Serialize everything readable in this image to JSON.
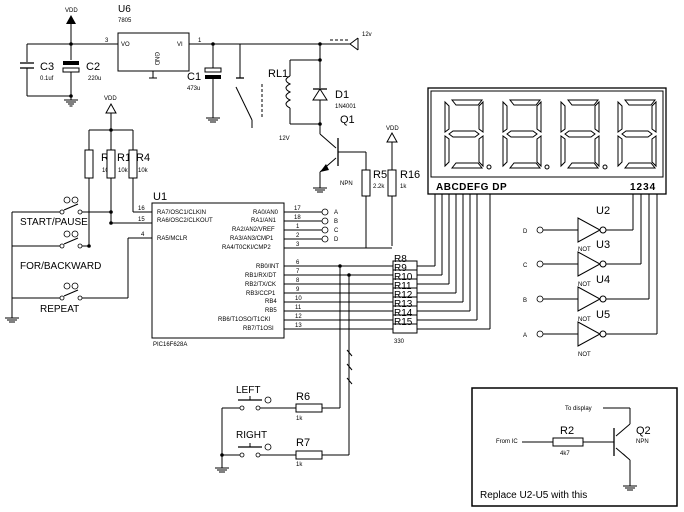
{
  "power": {
    "vdd_top": "VDD",
    "vdd_mid": "VDD",
    "vdd_right": "VDD",
    "supply": "12v",
    "relay_v": "12V"
  },
  "regulator": {
    "ref": "U6",
    "part": "7805",
    "vo": "VO",
    "vi": "VI",
    "gnd": "GND",
    "pin_vo": "3",
    "pin_vi": "1"
  },
  "caps": {
    "c3": {
      "ref": "C3",
      "val": "0.1uf"
    },
    "c2": {
      "ref": "C2",
      "val": "220u"
    },
    "c1": {
      "ref": "C1",
      "val": "473u"
    }
  },
  "relay": {
    "ref": "RL1"
  },
  "diode": {
    "ref": "D1",
    "val": "1N4001"
  },
  "q1": {
    "ref": "Q1",
    "type": "NPN"
  },
  "resistors": {
    "r3": {
      "ref": "R3",
      "val": "10k"
    },
    "r1": {
      "ref": "R1",
      "val": "10k"
    },
    "r4": {
      "ref": "R4",
      "val": "10k"
    },
    "r5": {
      "ref": "R5",
      "val": "2.2k"
    },
    "r16": {
      "ref": "R16",
      "val": "1k"
    },
    "r6": {
      "ref": "R6",
      "val": "1k"
    },
    "r7": {
      "ref": "R7",
      "val": "1k"
    },
    "r8_bank": {
      "refs": [
        "R8",
        "R9",
        "R10",
        "R11",
        "R12",
        "R13",
        "R14",
        "R15"
      ],
      "val": "330"
    }
  },
  "switches": {
    "start": "START/PAUSE",
    "dir": "FOR/BACKWARD",
    "repeat": "REPEAT",
    "left": "LEFT",
    "right": "RIGHT"
  },
  "mcu": {
    "ref": "U1",
    "part": "PIC16F628A",
    "left_pins": [
      {
        "name": "RA7/OSC1/CLKIN",
        "num": "16"
      },
      {
        "name": "RA6/OSC2/CLKOUT",
        "num": "15"
      },
      {
        "name": "RA5/MCLR",
        "num": "4"
      }
    ],
    "right_top_pins": [
      {
        "name": "RA0/AN0",
        "num": "17",
        "sig": "A"
      },
      {
        "name": "RA1/AN1",
        "num": "18",
        "sig": "B"
      },
      {
        "name": "RA2/AN2/VREF",
        "num": "1",
        "sig": "C"
      },
      {
        "name": "RA3/AN3/CMP1",
        "num": "2",
        "sig": "D"
      },
      {
        "name": "RA4/T0CKI/CMP2",
        "num": "3",
        "sig": ""
      }
    ],
    "right_bottom_pins": [
      {
        "name": "RB0/INT",
        "num": "6"
      },
      {
        "name": "RB1/RX/DT",
        "num": "7"
      },
      {
        "name": "RB2/TX/CK",
        "num": "8"
      },
      {
        "name": "RB3/CCP1",
        "num": "9"
      },
      {
        "name": "RB4",
        "num": "10"
      },
      {
        "name": "RB5",
        "num": "11"
      },
      {
        "name": "RB6/T1OSO/T1CKI",
        "num": "12"
      },
      {
        "name": "RB7/T1OSI",
        "num": "13"
      }
    ]
  },
  "display": {
    "segments_label": "ABCDEFG  DP",
    "digits_label": "1234"
  },
  "inverters": [
    {
      "ref": "U2",
      "input": "D",
      "type": "NOT"
    },
    {
      "ref": "U3",
      "input": "C",
      "type": "NOT"
    },
    {
      "ref": "U4",
      "input": "B",
      "type": "NOT"
    },
    {
      "ref": "U5",
      "input": "A",
      "type": "NOT"
    }
  ],
  "inset": {
    "to_display": "To display",
    "from_ic": "From IC",
    "r2": {
      "ref": "R2",
      "val": "4k7"
    },
    "q2": {
      "ref": "Q2",
      "type": "NPN"
    },
    "caption": "Replace U2-U5 with this"
  }
}
